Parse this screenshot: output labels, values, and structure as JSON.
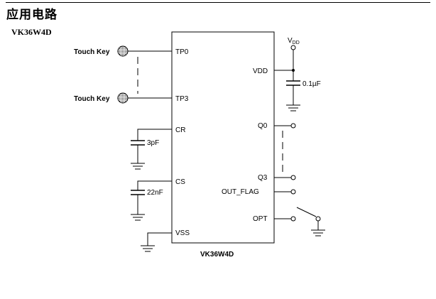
{
  "header": {
    "title": "应用电路"
  },
  "part_label": "VK36W4D",
  "chip": {
    "name": "VK36W4D",
    "pins_left": [
      "TP0",
      "TP3",
      "CR",
      "CS",
      "VSS"
    ],
    "pins_right": [
      "VDD",
      "Q0",
      "Q3",
      "OUT_FLAG",
      "OPT"
    ]
  },
  "touch_keys": [
    "Touch Key",
    "Touch Key"
  ],
  "components": {
    "cap_vdd": "0.1µF",
    "cap_cr": "3pF",
    "cap_cs": "22nF"
  },
  "supply": {
    "label": "V",
    "subscript": "DD"
  }
}
